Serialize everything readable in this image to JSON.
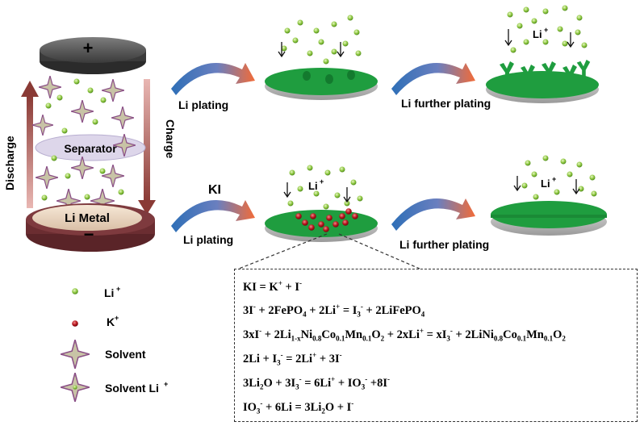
{
  "battery": {
    "plus": "+",
    "minus": "−",
    "separator": "Separator",
    "li_metal": "Li Metal",
    "discharge": "Discharge",
    "charge": "Charge"
  },
  "top_row": {
    "step1": "Li plating",
    "step2": "Li further plating",
    "ion_label": "Li",
    "ion_sup": "+"
  },
  "bottom_row": {
    "additive": "KI",
    "step1": "Li plating",
    "step2": "Li further plating",
    "ion_label_1": "Li",
    "ion_sup_1": "+",
    "ion_label_2": "Li",
    "ion_sup_2": "+"
  },
  "legend": [
    {
      "label": "Li",
      "sup": "+"
    },
    {
      "label": "K",
      "sup": "+"
    },
    {
      "label": "Solvent",
      "sup": ""
    },
    {
      "label": "Solvent Li",
      "sup": "+"
    }
  ],
  "equations": [
    "KI = K<sup>+</sup> + I<sup>-</sup>",
    "3I<sup>-</sup> + 2FePO<sub>4</sub> + 2Li<sup>+</sup> = I<sub>3</sub><sup>-</sup> + 2LiFePO<sub>4</sub>",
    "3xI<sup>-</sup> + 2Li<sub>1-x</sub>Ni<sub>0.8</sub>Co<sub>0.1</sub>Mn<sub>0.1</sub>O<sub>2</sub> + 2xLi<sup>+</sup> = xI<sub>3</sub><sup>-</sup> + 2LiNi<sub>0.8</sub>Co<sub>0.1</sub>Mn<sub>0.1</sub>O<sub>2</sub>",
    "2Li + I<sub>3</sub><sup>-</sup> = 2Li<sup>+</sup> + 3I<sup>-</sup>",
    "3Li<sub>2</sub>O + 3I<sub>3</sub><sup>-</sup> = 6Li<sup>+</sup> + IO<sub>3</sub><sup>-</sup> +8I<sup>-</sup>",
    "IO<sub>3</sub><sup>-</sup> + 6Li = 3Li<sub>2</sub>O + I<sup>-</sup>"
  ],
  "colors": {
    "li_dot": "#8cc63f",
    "k_dot": "#b5121b",
    "green_disk": "#1f9d3f",
    "solvent": "#b9b39a",
    "arrow_blue": "#2e6fb7",
    "arrow_orange": "#f26b38"
  }
}
